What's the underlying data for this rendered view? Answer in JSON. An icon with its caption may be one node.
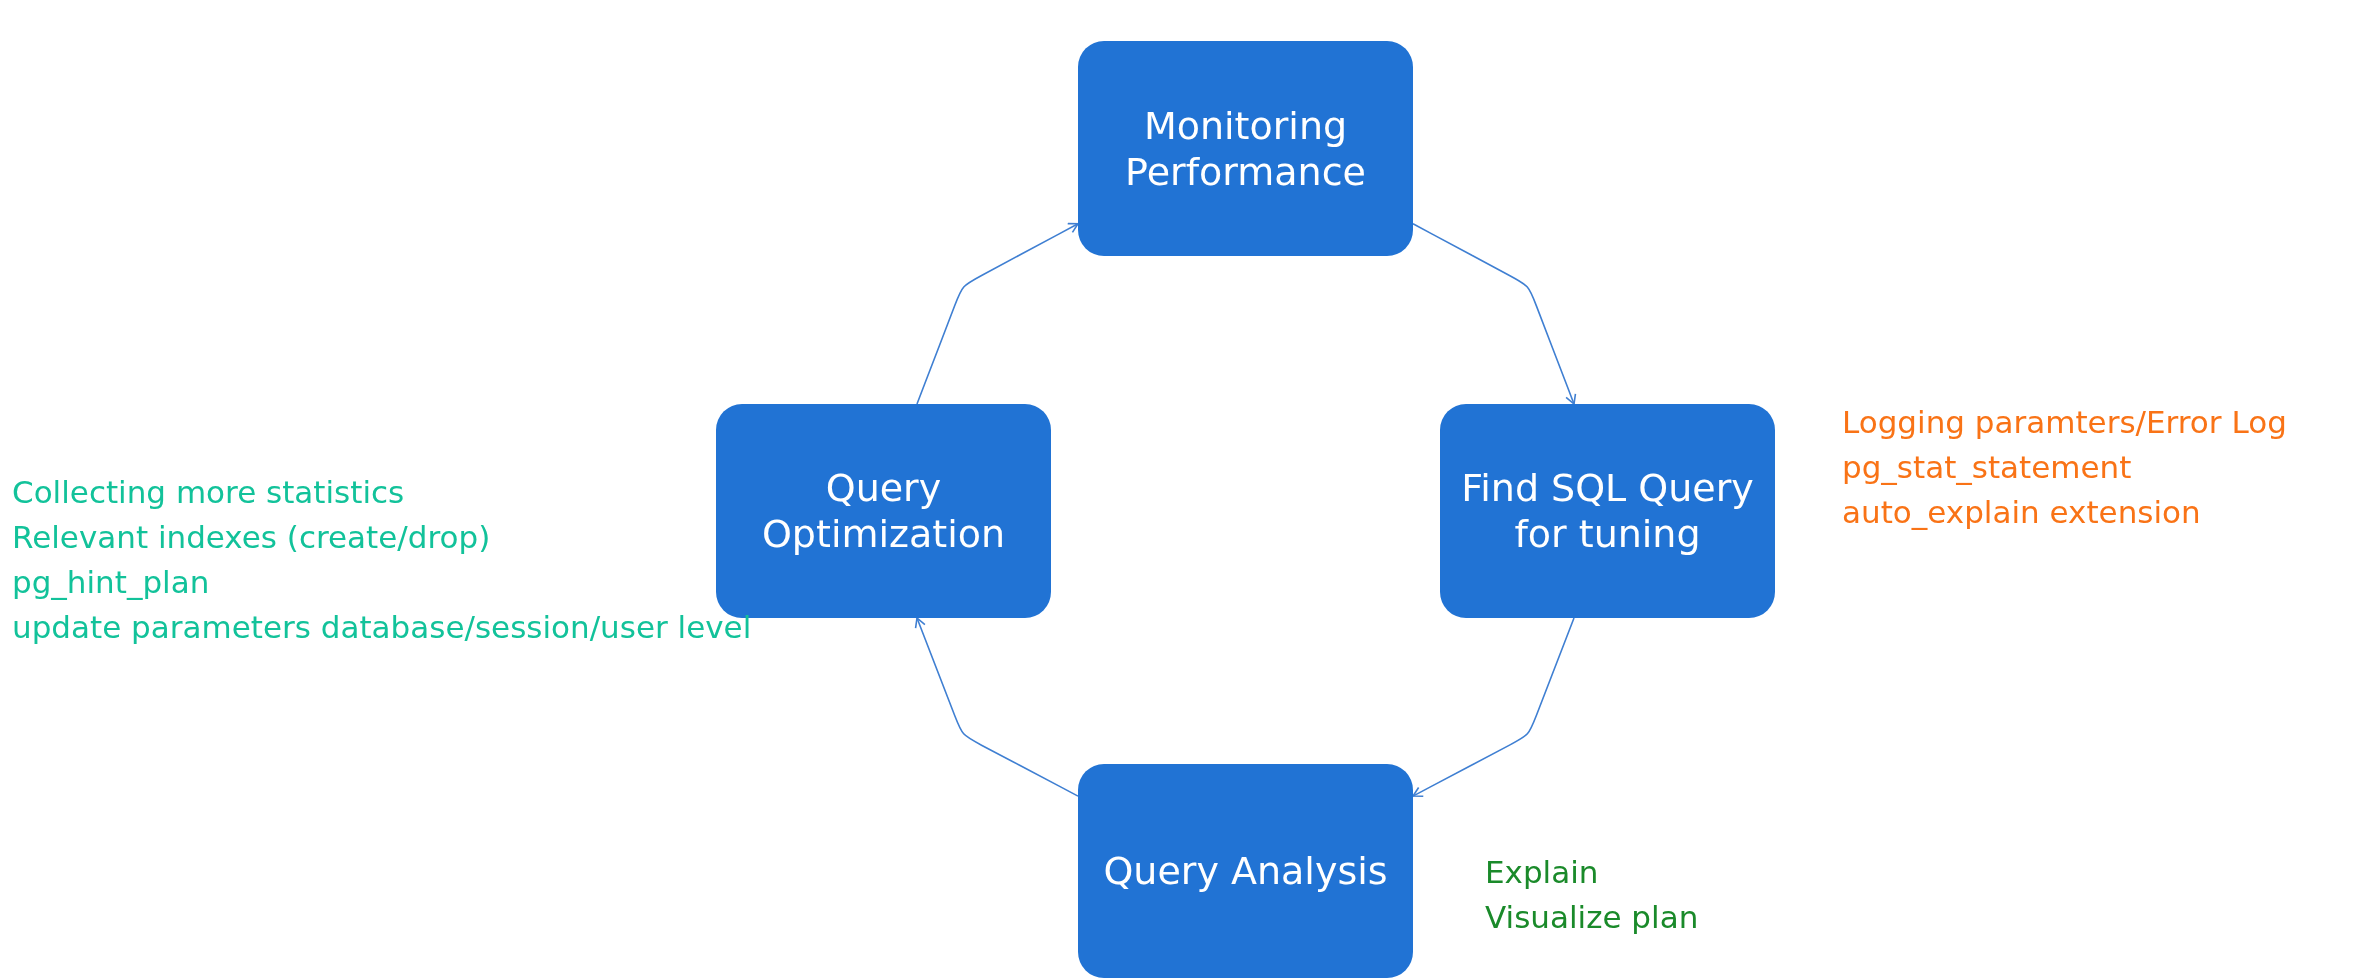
{
  "diagram": {
    "nodes": [
      {
        "text": [
          "Monitoring Performance"
        ]
      },
      {
        "text": [
          "Find SQL Query for tuning"
        ],
        "beside": [
          "Logging paramters/Error Log",
          "pg_stat_statement",
          "auto_explain extension"
        ]
      },
      {
        "text": [
          "Query Analysis"
        ],
        "beside": [
          "Explain",
          "Visualize plan"
        ]
      },
      {
        "text": [
          "Query Optimization"
        ],
        "beside": [
          "Collecting more statistics",
          "Relevant indexes (create/drop)",
          "pg_hint_plan",
          "update parameters database/session/user level"
        ]
      }
    ],
    "edges": [
      {
        "from": 0,
        "to": 1,
        "arrow": "to"
      },
      {
        "from": 1,
        "to": 2,
        "arrow": "to"
      },
      {
        "from": 2,
        "to": 3,
        "arrow": "to"
      },
      {
        "from": 3,
        "to": 0,
        "arrow": "to"
      }
    ]
  }
}
